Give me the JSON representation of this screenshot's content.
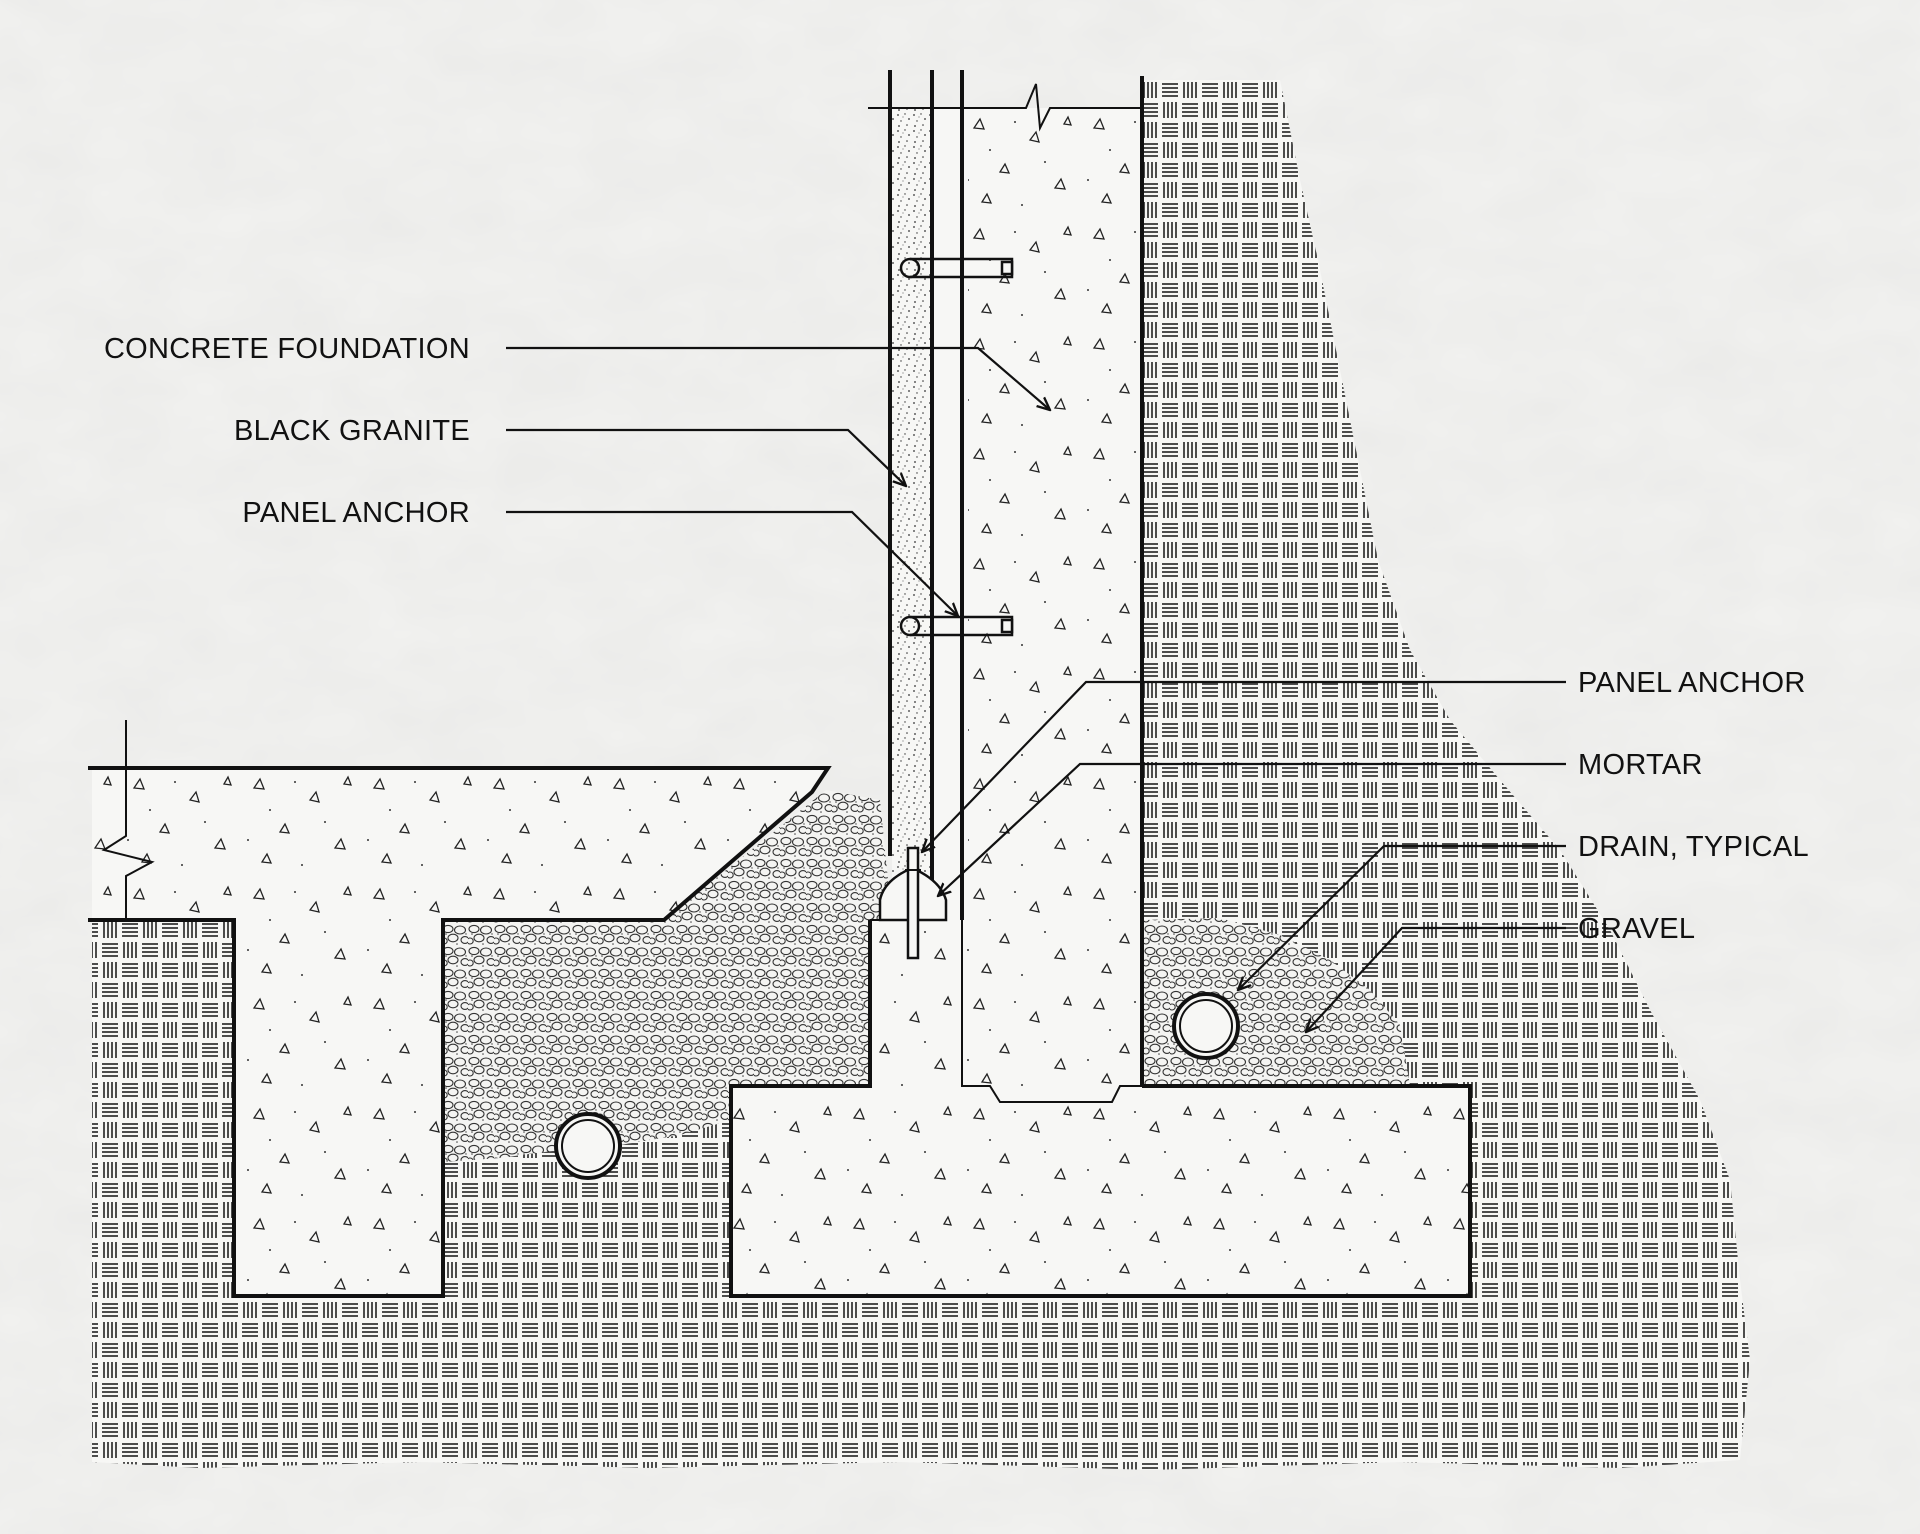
{
  "diagram": {
    "labels": {
      "concrete_foundation": "CONCRETE FOUNDATION",
      "black_granite": "BLACK GRANITE",
      "panel_anchor_left": "PANEL ANCHOR",
      "panel_anchor_right": "PANEL ANCHOR",
      "mortar": "MORTAR",
      "drain": "DRAIN, TYPICAL",
      "gravel": "GRAVEL"
    },
    "colors": {
      "paper": "#f2f2f0",
      "line": "#111111",
      "concrete": "#f7f7f5",
      "soil_hatch": "#222222"
    }
  }
}
